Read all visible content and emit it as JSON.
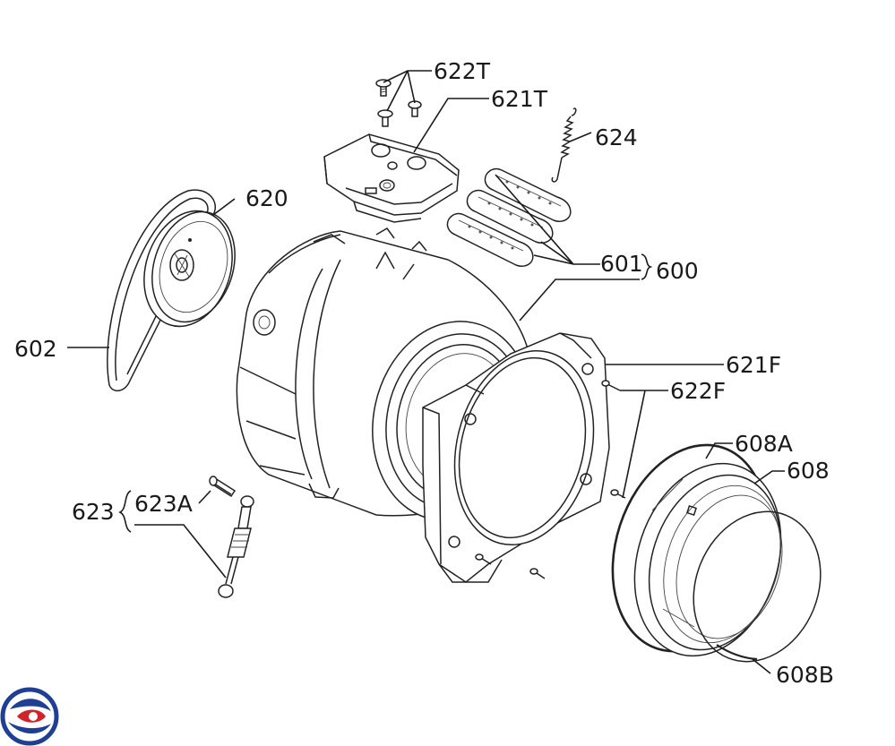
{
  "labels": {
    "l622T": "622T",
    "l621T": "621T",
    "l624": "624",
    "l620": "620",
    "l601": "601",
    "l600": "600",
    "l602": "602",
    "l621F": "621F",
    "l622F": "622F",
    "l608A": "608A",
    "l608": "608",
    "l623": "623",
    "l623A": "623A",
    "l608B": "608B"
  },
  "logo": {
    "colors": {
      "blue": "#1f3f95",
      "red": "#d2232a"
    }
  }
}
